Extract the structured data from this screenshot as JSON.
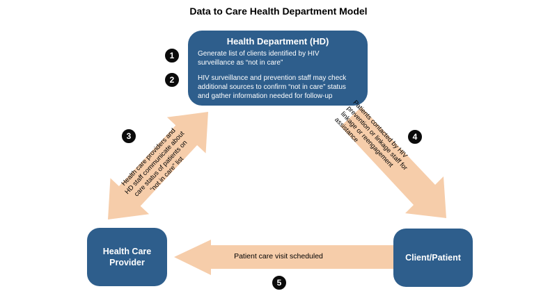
{
  "title": "Data to Care Health Department Model",
  "colors": {
    "background": "#FFFFFF",
    "box_blue": "#2E5E8C",
    "arrow_peach": "#F6CDAA",
    "circle_black": "#0B0B0B",
    "text_white": "#FFFFFF",
    "text_black": "#000000"
  },
  "nodes": {
    "health_department": {
      "title": "Health Department (HD)",
      "step1_text": "Generate list of clients identified by HIV\nsurveillance as “not in care”",
      "step2_text": "HIV surveillance and prevention staff may check\nadditional sources to confirm “not in care” status\nand gather information needed for follow-up"
    },
    "health_care_provider": {
      "label": "Health Care\nProvider"
    },
    "client_patient": {
      "label": "Client/Patient"
    }
  },
  "arrows": {
    "provider_hd": {
      "step": "3",
      "direction": "double-headed",
      "label": "Health care providers and\nHD staff communicate about\ncare status of patients on\n“not in care” list"
    },
    "hd_client": {
      "step": "4",
      "direction": "single-headed",
      "label": "Patients contacted by HIV\nprevention or linkage staff for\nlinkage or reengagement\nassistance"
    },
    "client_provider": {
      "step": "5",
      "direction": "single-headed",
      "label": "Patient care visit scheduled"
    }
  },
  "steps": {
    "s1": "1",
    "s2": "2",
    "s3": "3",
    "s4": "4",
    "s5": "5"
  }
}
